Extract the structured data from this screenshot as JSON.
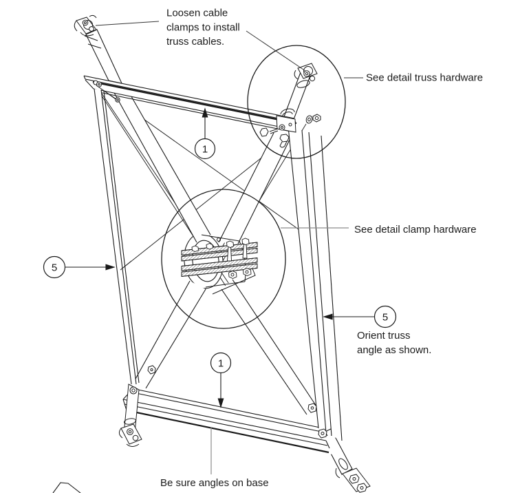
{
  "figure": {
    "type": "technical-assembly-diagram",
    "subject": "truss frame with cross cables, detail circles and callouts",
    "background_color": "#ffffff",
    "ink_color": "#1a1a1a",
    "leader_gray": "#8c8c8c"
  },
  "callouts": {
    "loosen_cable": {
      "lines": [
        "Loosen cable",
        "clamps to install",
        "truss cables."
      ]
    },
    "truss_hardware": {
      "label": "See detail truss hardware"
    },
    "clamp_hardware": {
      "label": "See detail clamp hardware"
    },
    "orient_truss": {
      "lines": [
        "Orient truss",
        "angle as shown."
      ]
    },
    "base_angles": {
      "label": "Be sure angles on base"
    }
  },
  "balloons": {
    "top_beam": {
      "number": "1"
    },
    "left_post": {
      "number": "5"
    },
    "base_beam": {
      "number": "1"
    },
    "right_truss": {
      "number": "5"
    }
  }
}
